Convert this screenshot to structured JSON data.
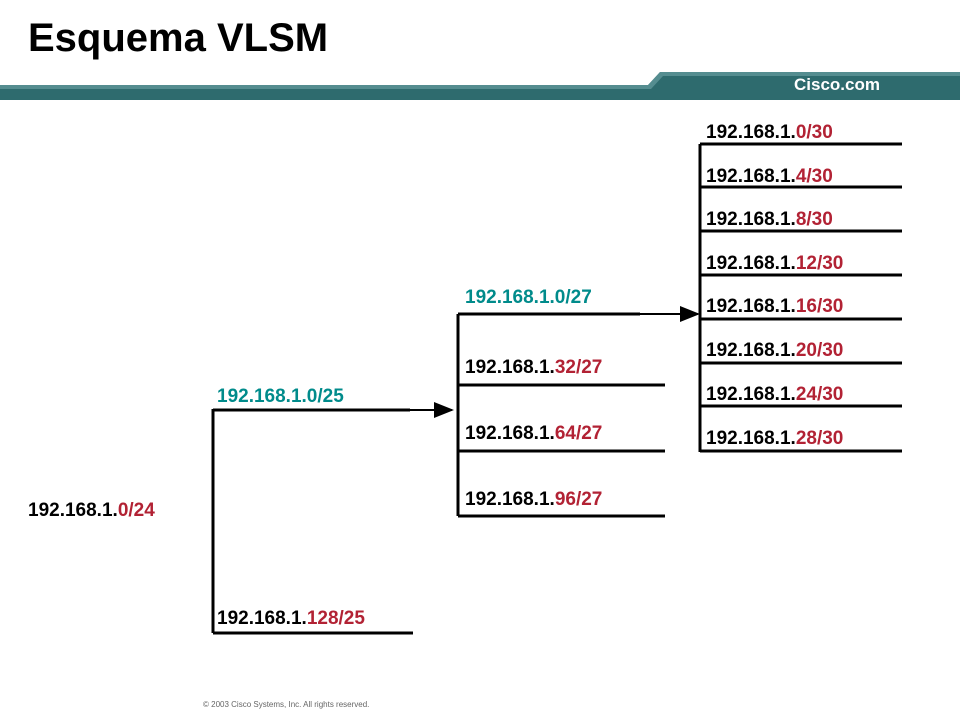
{
  "title": "Esquema VLSM",
  "brand": "Cisco.com",
  "footer": "© 2003 Cisco Systems, Inc. All rights reserved.",
  "colors": {
    "header_bar": "#2e6b6e",
    "teal": "#008b8b",
    "red": "#b22234"
  },
  "root": {
    "prefix": "192.168.1.",
    "suffix": "0/24"
  },
  "level1": [
    {
      "full": "192.168.1.0/25",
      "style": "teal"
    },
    {
      "prefix": "192.168.1.",
      "suffix": "128/25",
      "style": "split"
    }
  ],
  "level2": [
    {
      "full": "192.168.1.0/27",
      "style": "teal"
    },
    {
      "prefix": "192.168.1.",
      "suffix": "32/27",
      "style": "split"
    },
    {
      "prefix": "192.168.1.",
      "suffix": "64/27",
      "style": "split"
    },
    {
      "prefix": "192.168.1.",
      "suffix": "96/27",
      "style": "split"
    }
  ],
  "level3": [
    {
      "prefix": "192.168.1.",
      "suffix": "0/30"
    },
    {
      "prefix": "192.168.1.",
      "suffix": "4/30"
    },
    {
      "prefix": "192.168.1.",
      "suffix": "8/30"
    },
    {
      "prefix": "192.168.1.",
      "suffix": "12/30"
    },
    {
      "prefix": "192.168.1.",
      "suffix": "16/30"
    },
    {
      "prefix": "192.168.1.",
      "suffix": "20/30"
    },
    {
      "prefix": "192.168.1.",
      "suffix": "24/30"
    },
    {
      "prefix": "192.168.1.",
      "suffix": "28/30"
    }
  ]
}
